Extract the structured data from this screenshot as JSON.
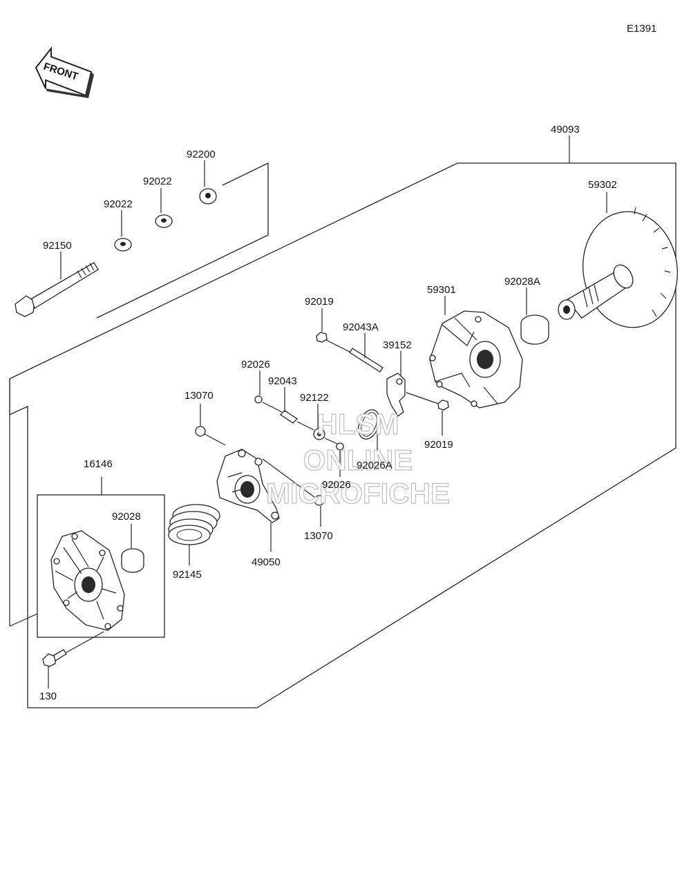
{
  "diagram_code": "E1391",
  "front_arrow_label": "FRONT",
  "watermark": [
    "HLSM",
    "ONLINE",
    "MICROFICHE"
  ],
  "callouts": {
    "p49093": "49093",
    "p59302": "59302",
    "p92200": "92200",
    "p92022a": "92022",
    "p92022b": "92022",
    "p92150": "92150",
    "p92019a": "92019",
    "p59301": "59301",
    "p92028A": "92028A",
    "p92043A": "92043A",
    "p39152": "39152",
    "p92026a": "92026",
    "p92043": "92043",
    "p92122": "92122",
    "p13070a": "13070",
    "p92019b": "92019",
    "p92026A": "92026A",
    "p92026b": "92026",
    "p16146": "16146",
    "p92028": "92028",
    "p13070b": "13070",
    "p92145": "92145",
    "p49050": "49050",
    "p130": "130"
  },
  "colors": {
    "line": "#222222",
    "paper": "#ffffff",
    "watermark": "#b8b8b8"
  }
}
